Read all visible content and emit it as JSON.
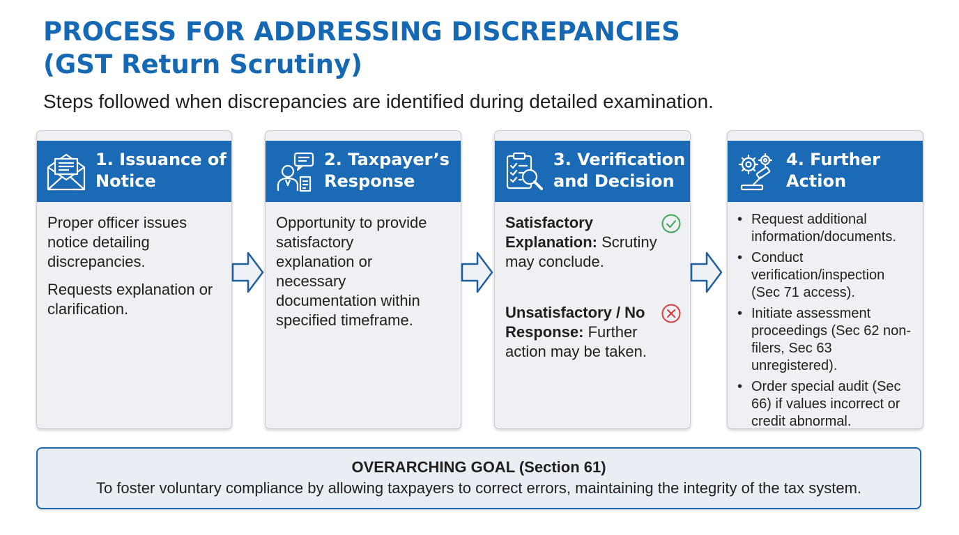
{
  "header": {
    "title_lines": [
      "PROCESS FOR ADDRESSING DISCREPANCIES",
      "(GST Return Scrutiny)"
    ],
    "subtitle": "Steps followed when discrepancies are identified during detailed examination."
  },
  "steps": [
    {
      "title_lines": [
        "1. Issuance of",
        "Notice"
      ],
      "icon": "envelope-notice-icon",
      "paragraphs": [
        [
          "Proper officer issues",
          "notice detailing",
          "discrepancies."
        ],
        [
          "Requests explanation or",
          "clarification."
        ]
      ]
    },
    {
      "title_lines": [
        "2. Taxpayer’s",
        "Response"
      ],
      "icon": "person-speech-bubble-icon",
      "paragraphs": [
        [
          "Opportunity to provide",
          "satisfactory",
          "explanation or",
          "necessary",
          "documentation within",
          "specified timeframe."
        ]
      ]
    },
    {
      "title_lines": [
        "3. Verification",
        "and Decision"
      ],
      "icon": "clipboard-magnifier-icon",
      "outcomes": [
        {
          "status_icon": "check-circle-icon",
          "color": "#3aa757",
          "lines": [
            {
              "bold": "Satisfactory",
              "text": ""
            },
            {
              "bold": "Explanation:",
              "text": " Scrutiny"
            },
            {
              "bold": "",
              "text": "may conclude."
            }
          ]
        },
        {
          "status_icon": "x-circle-icon",
          "color": "#d93a3a",
          "lines": [
            {
              "bold": "Unsatisfactory / No",
              "text": ""
            },
            {
              "bold": "Response:",
              "text": " Further"
            },
            {
              "bold": "",
              "text": "action may be taken."
            }
          ]
        }
      ]
    },
    {
      "title_lines": [
        "4. Further",
        "Action"
      ],
      "icon": "gears-gavel-icon",
      "bullets": [
        [
          "Request additional",
          "information/documents."
        ],
        [
          "Conduct",
          "verification/inspection",
          "(Sec 71 access)."
        ],
        [
          "Initiate assessment",
          "proceedings (Sec 62 non-",
          "filers, Sec 63 unregistered)."
        ],
        [
          "Order special audit (Sec",
          "66) if values incorrect or",
          "credit abnormal."
        ]
      ]
    }
  ],
  "goal": {
    "title": "OVERARCHING GOAL (Section 61)",
    "text": "To foster voluntary compliance by allowing taxpayers to correct errors, maintaining the integrity of the tax system."
  },
  "colors": {
    "brand_blue": "#1a6ab5",
    "title_blue": "#1568b3",
    "card_bg": "#eef0f3",
    "ok_green": "#3aa757",
    "bad_red": "#d93a3a"
  }
}
